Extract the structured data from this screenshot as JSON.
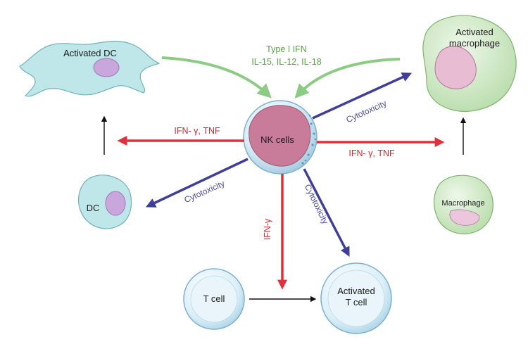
{
  "cells": {
    "nk": "NK cells",
    "activated_dc": "Activated DC",
    "dc": "DC",
    "activated_macrophage_line1": "Activated",
    "activated_macrophage_line2": "macrophage",
    "macrophage": "Macrophage",
    "t_cell": "T cell",
    "activated_t_cell_line1": "Activated",
    "activated_t_cell_line2": "T cell"
  },
  "signals": {
    "top_line1": "Type I IFN",
    "top_line2": "IL-15, IL-12, IL-18",
    "left_ifn": "IFN- γ, TNF",
    "right_ifn": "IFN- γ, TNF",
    "down_ifn": "IFN-γ",
    "cyto_right": "Cytotoxicity",
    "cyto_left": "Cytotoxicity",
    "cyto_down": "Cytotoxicity"
  },
  "colors": {
    "green_arrow": "#8ccb84",
    "red_arrow": "#e0303b",
    "blue_arrow": "#3f3f9a",
    "dc_fill": "#bfe6e8",
    "macrophage_fill": "#cfe7c4",
    "nucleus_purple": "#c9a6dc",
    "nk_nucleus": "#c97c9a",
    "t_cell_fill": "#d6eef8"
  }
}
